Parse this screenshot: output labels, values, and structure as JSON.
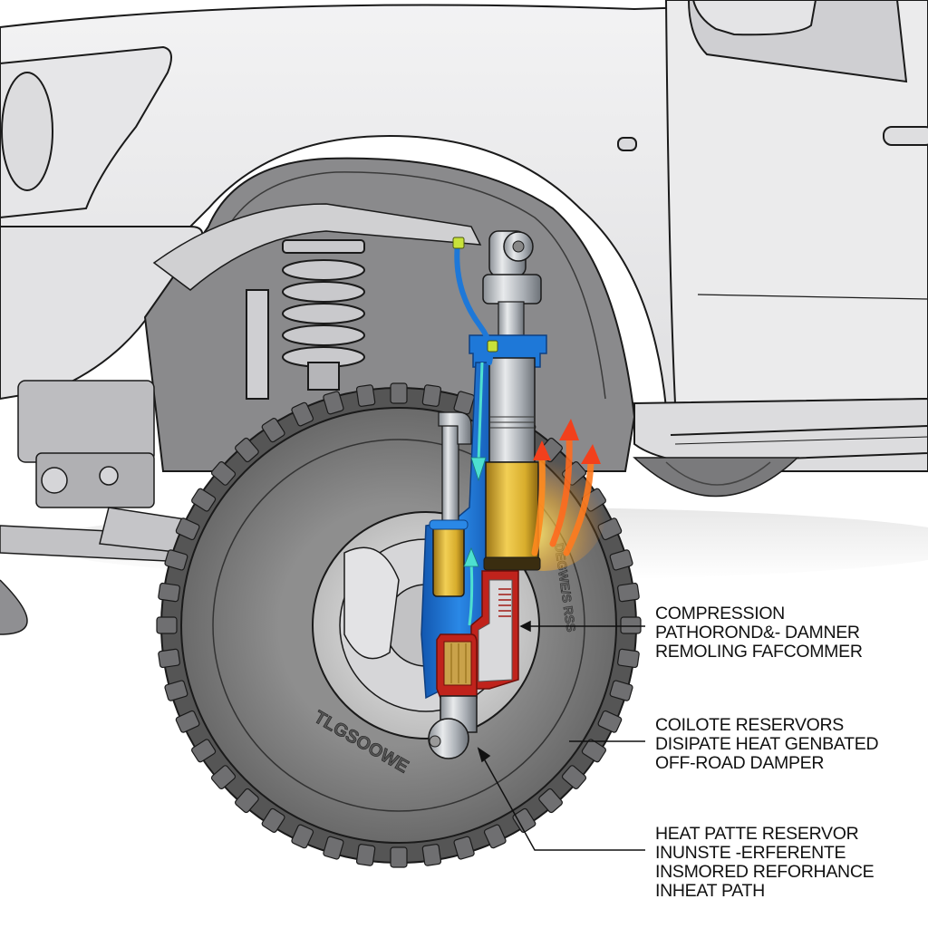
{
  "title": "Off-road truck front suspension cutaway with remote-reservoir damper",
  "colors": {
    "body_paint": "#e9e9ea",
    "body_outline": "#1a1a1a",
    "tire": "#7d7d7d",
    "tire_dark": "#5a5a5a",
    "shock_blue": "#1e78d8",
    "shock_light_blue": "#5fb2ec",
    "shock_gold": "#d8ad2c",
    "shock_red": "#c0231c",
    "shock_chrome": "#b9bdc2",
    "flow_arrow": "#4de0d0",
    "fitting_green": "#c8e23a",
    "heat_red": "#f2401c",
    "heat_orange": "#ff8a1e",
    "heat_yellow": "#ffd84a",
    "leader_line": "#111111"
  },
  "tire_sidewall_text": "TLGSOOWE",
  "tire_sidewall_text_right": "DEGWE/S RSS",
  "callouts": [
    {
      "id": "compression",
      "lines": [
        "COMPRESSION",
        "PATHOROND&- DAMNER",
        "REMOLING FAFCOMMER"
      ]
    },
    {
      "id": "reservoirs",
      "lines": [
        "COILOTE RESERVORS",
        "DISIPATE HEAT GENBATED",
        "OFF-ROAD DAMPER"
      ]
    },
    {
      "id": "heat-path",
      "lines": [
        "HEAT PATTE RESERVOR",
        "INUNSTE -ERFERENTE",
        "INSMORED REFORHANCE",
        "INHEAT PATH"
      ]
    }
  ],
  "labels": {
    "heat_arrows": "heat dissipation arrows",
    "flow_down": "fluid flow down",
    "flow_up": "fluid flow up"
  }
}
